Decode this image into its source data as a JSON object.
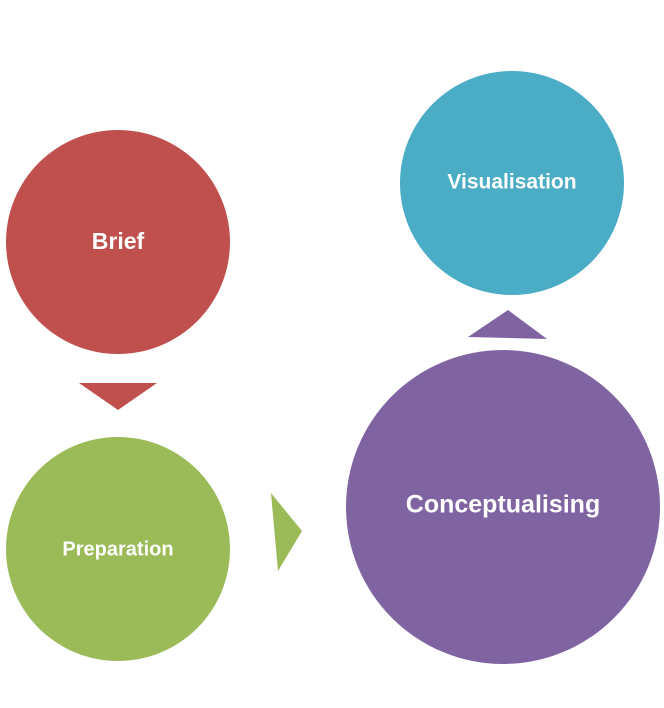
{
  "diagram": {
    "nodes": {
      "brief": {
        "label": "Brief",
        "color": "#C0504D"
      },
      "preparation": {
        "label": "Preparation",
        "color": "#9BBB59"
      },
      "conceptualising": {
        "label": "Conceptualising",
        "color": "#8064A2"
      },
      "visualisation": {
        "label": "Visualisation",
        "color": "#4BACC6"
      }
    },
    "arrows": {
      "brief_to_preparation": {
        "color": "#C0504D",
        "direction": "down"
      },
      "preparation_to_conceptualising": {
        "color": "#9BBB59",
        "direction": "right"
      },
      "conceptualising_to_visualisation": {
        "color": "#8064A2",
        "direction": "up"
      }
    }
  }
}
